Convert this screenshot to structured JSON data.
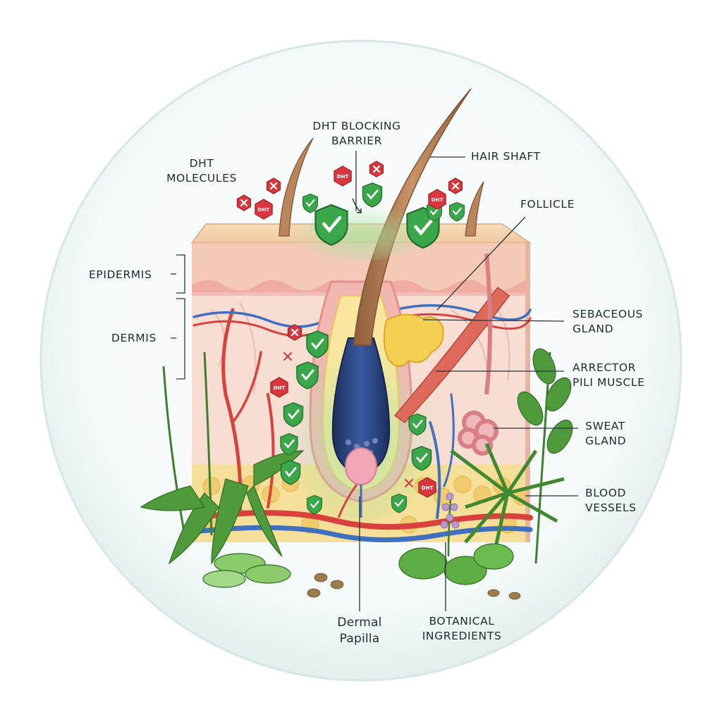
{
  "labels": {
    "dht_barrier": [
      "DHT BLOCKING",
      "BARRIER"
    ],
    "dht_molecules": [
      "DHT",
      "MOLECULES"
    ],
    "hair_shaft": "HAIR SHAFT",
    "follicle": "FOLLICLE",
    "epidermis": "EPIDERMIS",
    "dermis": "DERMIS",
    "sebaceous_gland": [
      "SEBACEOUS",
      "GLAND"
    ],
    "arrector_pili": [
      "ARRECTOR",
      "PILI MUSCLE"
    ],
    "sweat_gland": [
      "SWEAT",
      "GLAND"
    ],
    "blood_vessels": [
      "BLOOD",
      "VESSELS"
    ],
    "dermal_papilla": [
      "Dermal",
      "Papilla"
    ],
    "botanical": [
      "BOTANICAL",
      "INGREDIENTS"
    ]
  },
  "molecule_text": "DHT",
  "colors": {
    "background": "#ffffff",
    "circle_fill": "#f2f8f8",
    "epidermis": "#f4d2c0",
    "dermis": "#f7d9cf",
    "fat_layer": "#f3d98a",
    "hair": "#b98559",
    "follicle_bulb": "#27407a",
    "papilla": "#f2a7b8",
    "shield_green": "#3aa84a",
    "dht_red": "#d9373d",
    "artery": "#d8413d",
    "vein": "#3f6fbf",
    "muscle": "#de6a5c",
    "sebaceous": "#f4cf52",
    "plant_green": "#4f9a3a",
    "label_text": "#1f2a30"
  }
}
